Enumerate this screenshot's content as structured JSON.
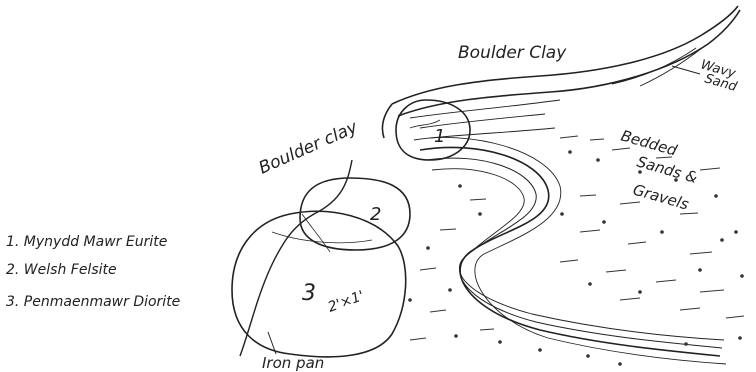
{
  "labels": {
    "boulder_clay_top": "Boulder Clay",
    "boulder_clay_left": "Boulder clay",
    "wavy_sand": [
      "Wavy",
      "Sand"
    ],
    "bedded_sands": [
      "Bedded",
      "Sands &",
      "Gravels"
    ],
    "iron_pan": "Iron pan"
  },
  "boulders": {
    "b1": "1",
    "b2": "2",
    "b3": "3",
    "size": "2'×1'"
  },
  "legend": [
    "1. Mynydd Mawr Eurite",
    "2. Welsh Felsite",
    "3. Penmaenmawr Diorite"
  ]
}
